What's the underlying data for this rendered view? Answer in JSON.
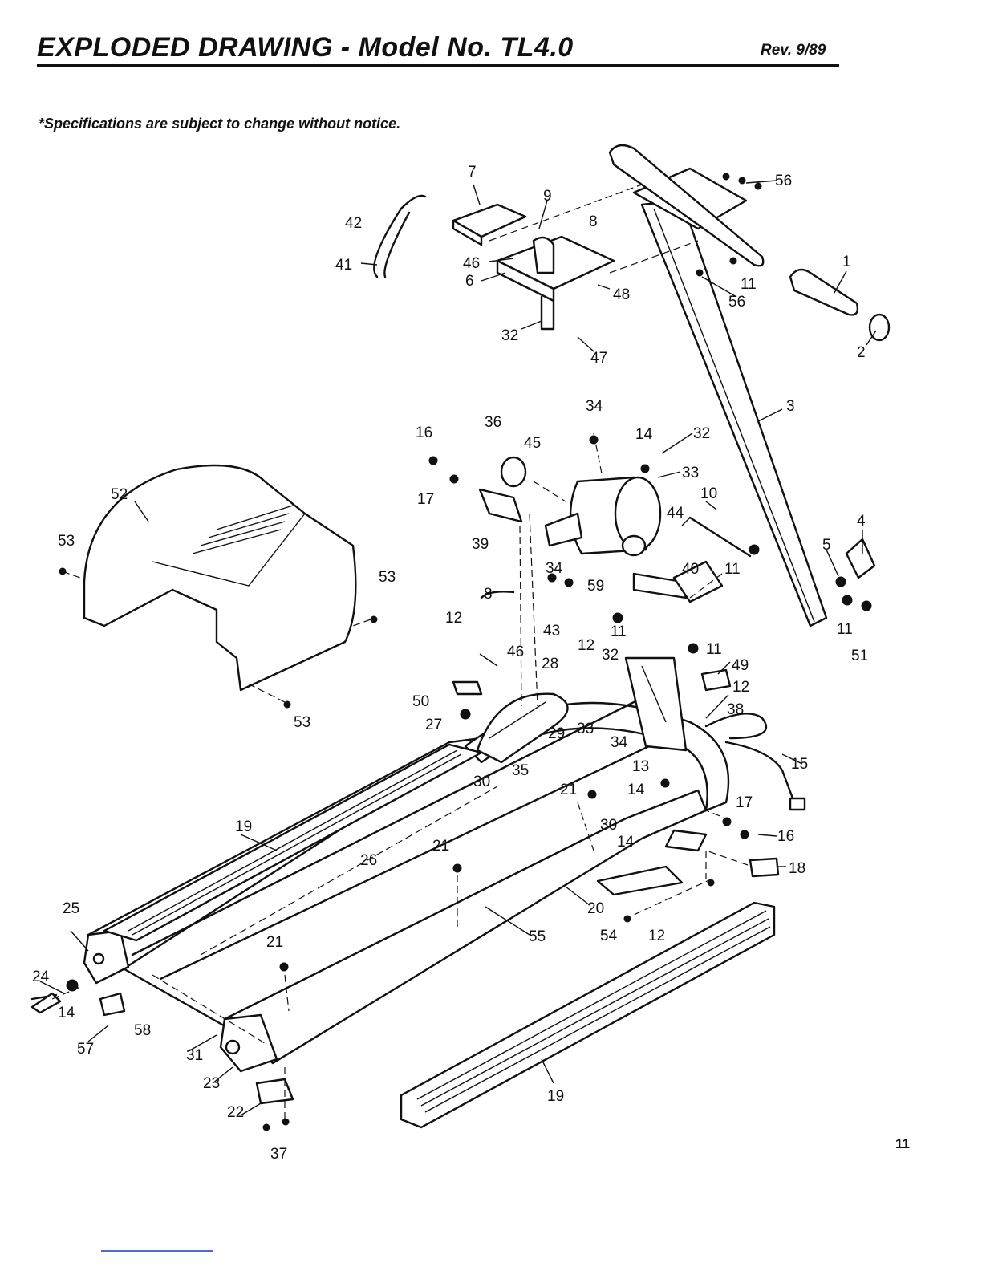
{
  "header": {
    "title": "EXPLODED DRAWING - Model No. TL4.0",
    "revision": "Rev. 9/89",
    "note": "*Specifications are subject to change without notice."
  },
  "diagram": {
    "part_labels": [
      "1",
      "2",
      "3",
      "4",
      "5",
      "6",
      "7",
      "8",
      "8",
      "9",
      "10",
      "11",
      "11",
      "11",
      "11",
      "11",
      "12",
      "12",
      "12",
      "12",
      "13",
      "14",
      "14",
      "14",
      "14",
      "15",
      "16",
      "16",
      "17",
      "17",
      "18",
      "19",
      "19",
      "20",
      "21",
      "21",
      "21",
      "22",
      "23",
      "24",
      "25",
      "26",
      "27",
      "28",
      "29",
      "30",
      "30",
      "31",
      "32",
      "32",
      "32",
      "33",
      "33",
      "34",
      "34",
      "34",
      "35",
      "36",
      "37",
      "38",
      "39",
      "40",
      "41",
      "42",
      "43",
      "44",
      "45",
      "46",
      "46",
      "47",
      "48",
      "49",
      "50",
      "51",
      "52",
      "53",
      "53",
      "53",
      "54",
      "55",
      "56",
      "56",
      "57",
      "58",
      "59"
    ]
  },
  "footer": {
    "page_number": "11"
  }
}
